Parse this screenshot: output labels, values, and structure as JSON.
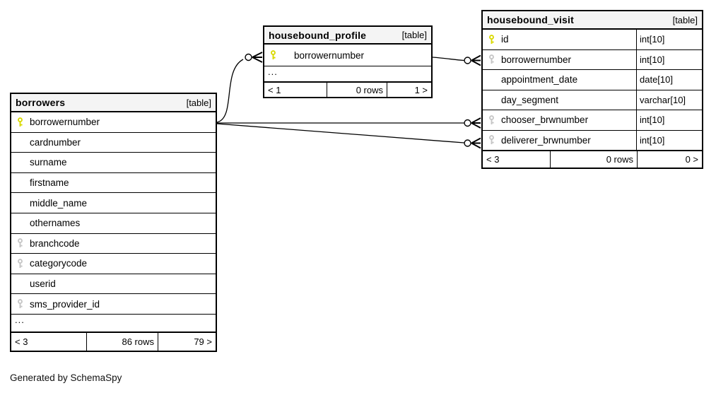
{
  "page": {
    "footer_note": "Generated by SchemaSpy"
  },
  "colors": {
    "primary_key": "#d9d900",
    "foreign_key": "#c6c6c6",
    "header_background": "#f4f4f4",
    "line": "#000000"
  },
  "tables": [
    {
      "id": "borrowers",
      "name": "borrowers",
      "tag": "[table]",
      "columns": [
        {
          "name": "borrowernumber",
          "icon": "primary-key-icon"
        },
        {
          "name": "cardnumber"
        },
        {
          "name": "surname"
        },
        {
          "name": "firstname"
        },
        {
          "name": "middle_name"
        },
        {
          "name": "othernames"
        },
        {
          "name": "branchcode",
          "icon": "foreign-key-icon"
        },
        {
          "name": "categorycode",
          "icon": "foreign-key-icon"
        },
        {
          "name": "userid"
        },
        {
          "name": "sms_provider_id",
          "icon": "foreign-key-icon"
        },
        {
          "name": "...",
          "ellipsis": true
        }
      ],
      "footer": {
        "left": "< 3",
        "center": "86 rows",
        "right": "79 >"
      }
    },
    {
      "id": "housebound_profile",
      "name": "housebound_profile",
      "tag": "[table]",
      "columns": [
        {
          "name": "borrowernumber",
          "icon": "primary-key-icon"
        },
        {
          "name": "...",
          "ellipsis": true
        }
      ],
      "footer": {
        "left": "< 1",
        "center": "0 rows",
        "right": "1 >"
      }
    },
    {
      "id": "housebound_visit",
      "name": "housebound_visit",
      "tag": "[table]",
      "has_types": true,
      "columns": [
        {
          "name": "id",
          "icon": "primary-key-icon",
          "type": "int[10]"
        },
        {
          "name": "borrowernumber",
          "icon": "foreign-key-icon",
          "type": "int[10]"
        },
        {
          "name": "appointment_date",
          "type": "date[10]"
        },
        {
          "name": "day_segment",
          "type": "varchar[10]"
        },
        {
          "name": "chooser_brwnumber",
          "icon": "foreign-key-icon",
          "type": "int[10]"
        },
        {
          "name": "deliverer_brwnumber",
          "icon": "foreign-key-icon",
          "type": "int[10]"
        }
      ],
      "footer": {
        "left": "< 3",
        "center": "0 rows",
        "right": "0 >"
      }
    }
  ],
  "relationships": [
    {
      "from": "borrowers.borrowernumber",
      "to": "housebound_profile.borrowernumber"
    },
    {
      "from": "borrowers.borrowernumber",
      "to": "housebound_visit.chooser_brwnumber"
    },
    {
      "from": "borrowers.borrowernumber",
      "to": "housebound_visit.deliverer_brwnumber"
    },
    {
      "from": "housebound_profile.borrowernumber",
      "to": "housebound_visit.borrowernumber"
    }
  ]
}
